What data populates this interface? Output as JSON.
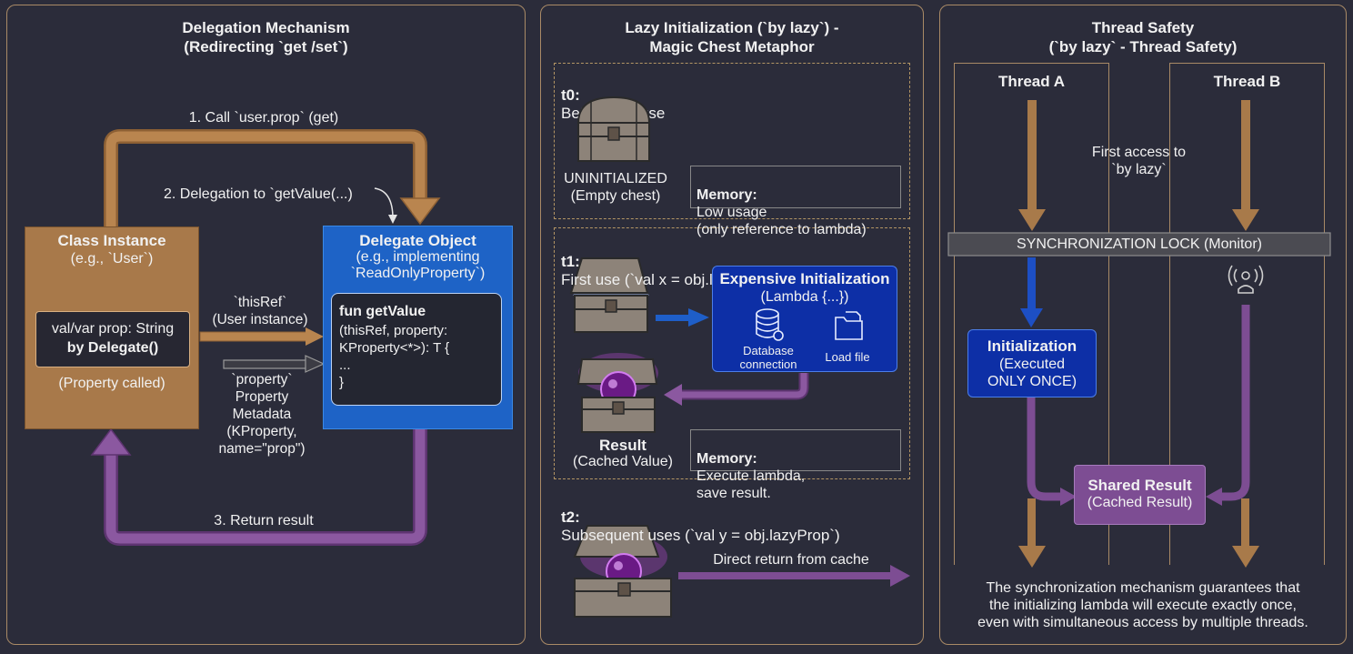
{
  "panels": {
    "delegation": {
      "title": "Delegation Mechanism\n(Redirecting `get /set`)",
      "step1": "1. Call `user.prop` (get)",
      "step2": "2. Delegation to `getValue(...)",
      "step3": "3. Return result",
      "class_instance": {
        "title": "Class Instance",
        "subtitle": "(e.g., `User`)",
        "prop_line1": "val/var prop: String",
        "prop_line2": "by Delegate()",
        "note": "(Property called)"
      },
      "delegate_object": {
        "title": "Delegate Object",
        "subtitle": "(e.g., implementing\n`ReadOnlyProperty`)",
        "code_head": "fun getValue",
        "code_body": "(thisRef, property:\nKProperty<*>): T {\n...\n}"
      },
      "this_ref": "`thisRef`\n(User instance)",
      "property_meta": "`property`\nProperty\nMetadata\n(KProperty,\nname=\"prop\")"
    },
    "lazy": {
      "title": "Lazy Initialization (`by lazy`) -\nMagic Chest Metaphor",
      "t0": {
        "label": "t0:",
        "text": "Before first use",
        "state": "UNINITIALIZED\n(Empty chest)",
        "mem_label": "Memory:",
        "mem_text": "Low usage\n(only reference to lambda)"
      },
      "t1": {
        "label": "t1:",
        "text": "First use (`val x = obj.lazyProp`)",
        "init_title": "Expensive Initialization",
        "init_sub": "(Lambda {...})",
        "db": "Database\nconnection",
        "file": "Load file",
        "result_title": "Result",
        "result_sub": "(Cached Value)",
        "mem_label": "Memory:",
        "mem_text": "Execute lambda,\nsave result."
      },
      "t2": {
        "label": "t2:",
        "text": "Subsequent uses (`val y = obj.lazyProp`)",
        "direct": "Direct return from cache"
      }
    },
    "thread": {
      "title": "Thread Safety\n(`by lazy` - Thread Safety)",
      "thread_a": "Thread A",
      "thread_b": "Thread B",
      "first_access": "First access to\n`by lazy`",
      "lock": "SYNCHRONIZATION LOCK (Monitor)",
      "init_title": "Initialization",
      "init_sub": "(Executed\nONLY ONCE)",
      "shared_title": "Shared Result",
      "shared_sub": "(Cached Result)",
      "footer": "The synchronization mechanism guarantees that\nthe initializing lambda will execute exactly once,\neven with simultaneous access by multiple threads."
    }
  },
  "colors": {
    "background": "#2b2c3a",
    "brown": "#a87a4a",
    "blue": "#1d5fc4",
    "dark_blue": "#0d2fa6",
    "purple": "#7d4d93",
    "panel_border": "#a98a66"
  }
}
